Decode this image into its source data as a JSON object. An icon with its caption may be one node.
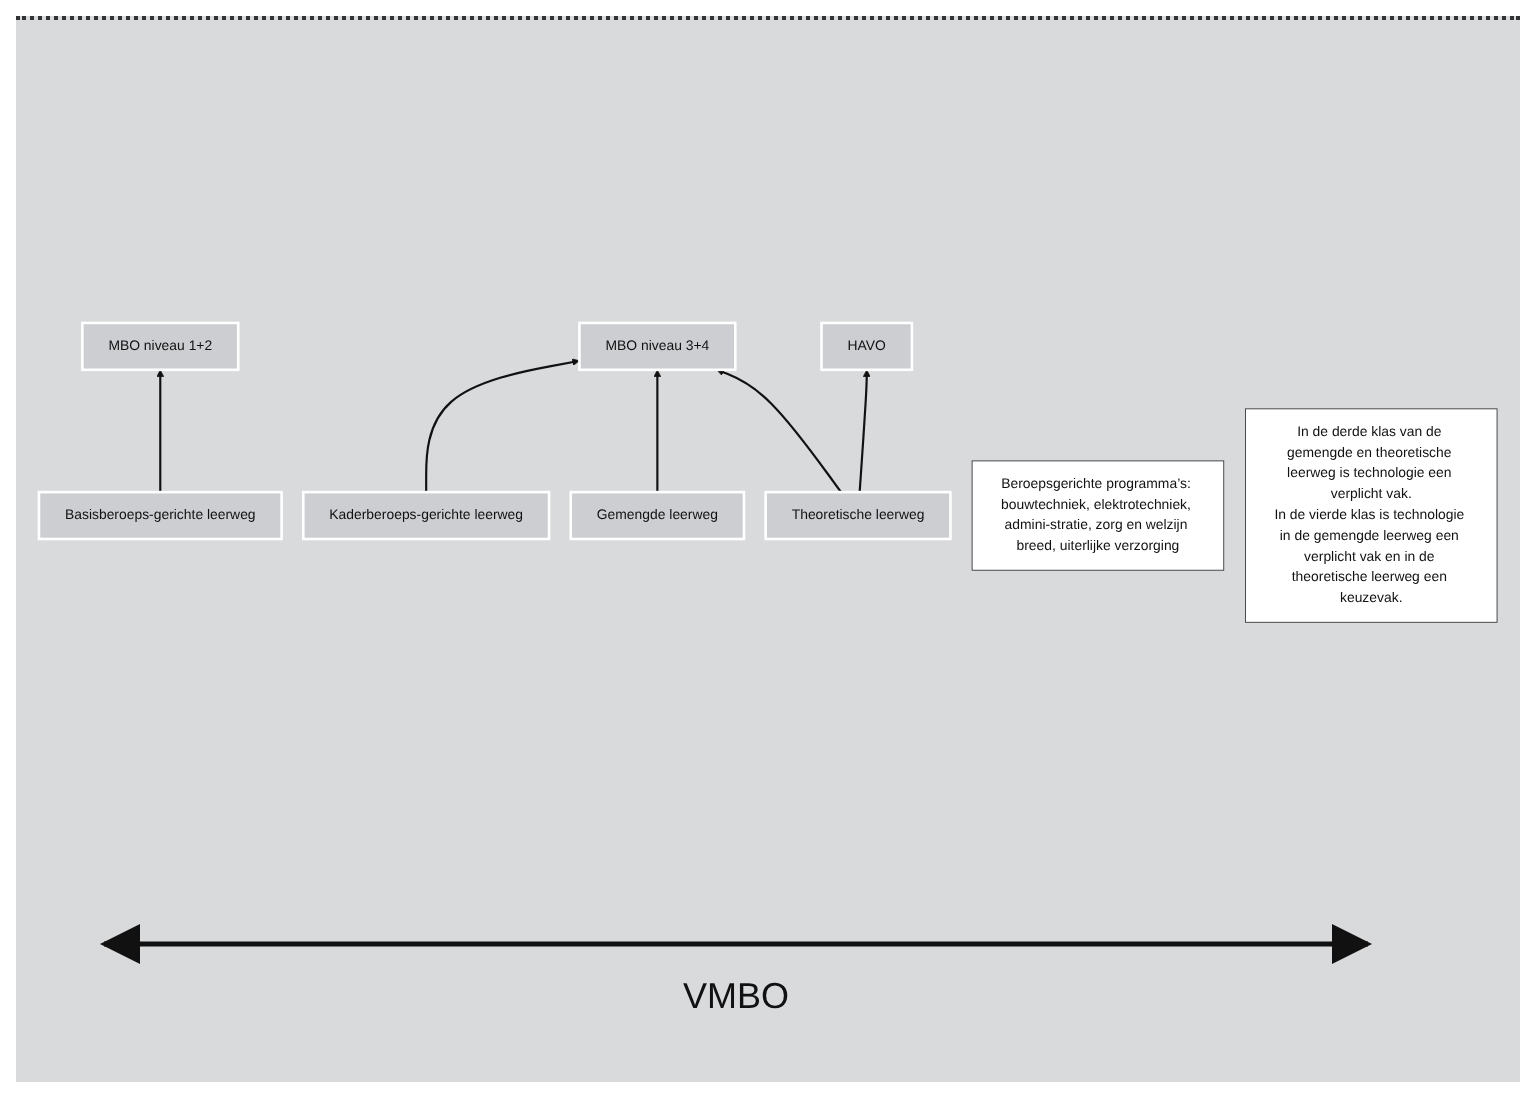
{
  "diagram": {
    "nodes": [
      {
        "text": [
          "MBO niveau 1+2"
        ]
      },
      {
        "text": [
          "MBO niveau 3+4"
        ]
      },
      {
        "text": [
          "HAVO"
        ]
      },
      {
        "text": [
          "Basisberoeps-gerichte leerweg"
        ]
      },
      {
        "text": [
          "Kaderberoeps-gerichte leerweg"
        ]
      },
      {
        "text": [
          "Gemengde leerweg"
        ]
      },
      {
        "text": [
          "Theoretische leerweg"
        ]
      },
      {
        "text": [
          "Beroepsgerichte programma’s: bouwtechniek, elektrotechniek, admini-stratie, zorg en welzijn breed, uiterlijke verzorging"
        ]
      },
      {
        "text": [
          "In de derde klas van de gemengde en theoretische leerweg is technologie een verplicht vak.",
          "In de vierde klas is technologie in de gemengde leerweg een verplicht vak en in de theoretische leerweg een keuzevak."
        ]
      }
    ],
    "edges": [
      {
        "from": 3,
        "to": 0,
        "arrow": "to"
      },
      {
        "from": 4,
        "to": 1,
        "arrow": "to"
      },
      {
        "from": 5,
        "to": 1,
        "arrow": "to"
      },
      {
        "from": 6,
        "to": 1,
        "arrow": "to"
      },
      {
        "from": 6,
        "to": 2,
        "arrow": "to"
      }
    ],
    "labels": [
      "VMBO"
    ]
  }
}
